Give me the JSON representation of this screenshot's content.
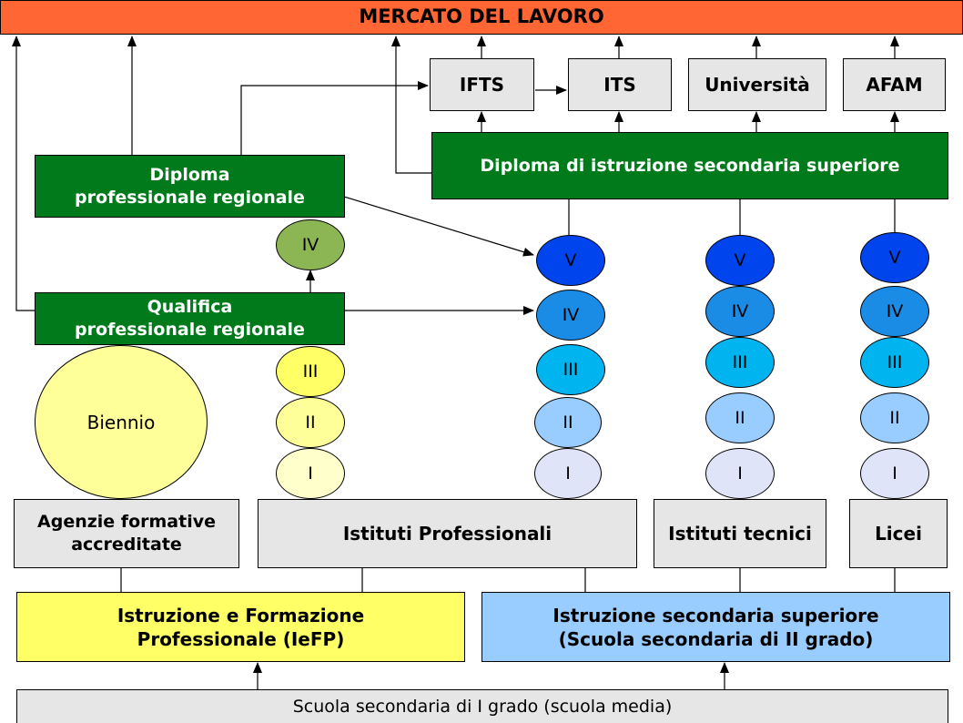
{
  "top": {
    "mercato": "MERCATO DEL LAVORO"
  },
  "tertiary": {
    "ifts": "IFTS",
    "its": "ITS",
    "universita": "Università",
    "afam": "AFAM"
  },
  "diploma_secondaria": "Diploma di istruzione secondaria superiore",
  "diploma_prof_regionale": {
    "line1": "Diploma",
    "line2": "professionale regionale"
  },
  "qualifica_prof_regionale": {
    "line1": "Qualifica",
    "line2": "professionale regionale"
  },
  "biennio": "Biennio",
  "years": {
    "i": "I",
    "ii": "II",
    "iii": "III",
    "iv": "IV",
    "v": "V"
  },
  "institutions": {
    "agenzie": {
      "line1": "Agenzie formative",
      "line2": "accreditate"
    },
    "professionali": "Istituti Professionali",
    "tecnici": "Istituti tecnici",
    "licei": "Licei"
  },
  "iefp": {
    "line1": "Istruzione e Formazione",
    "line2": "Professionale (IeFP)"
  },
  "secondaria_superiore": {
    "line1": "Istruzione secondaria superiore",
    "line2": "(Scuola secondaria di II grado)"
  },
  "scuola_media": "Scuola secondaria di I grado (scuola media)",
  "colors": {
    "mercato": "#ff6633",
    "green": "#007a1a",
    "iv_green": "#8cb554",
    "yellow_dark": "#ffff66",
    "yellow_mid": "#ffff99",
    "yellow_light": "#ffffcc",
    "blue_v": "#0044ee",
    "blue_iv": "#1a8ce6",
    "blue_iii": "#00b4f0",
    "blue_ii": "#99ccff",
    "blue_i": "#e0e4f8"
  }
}
